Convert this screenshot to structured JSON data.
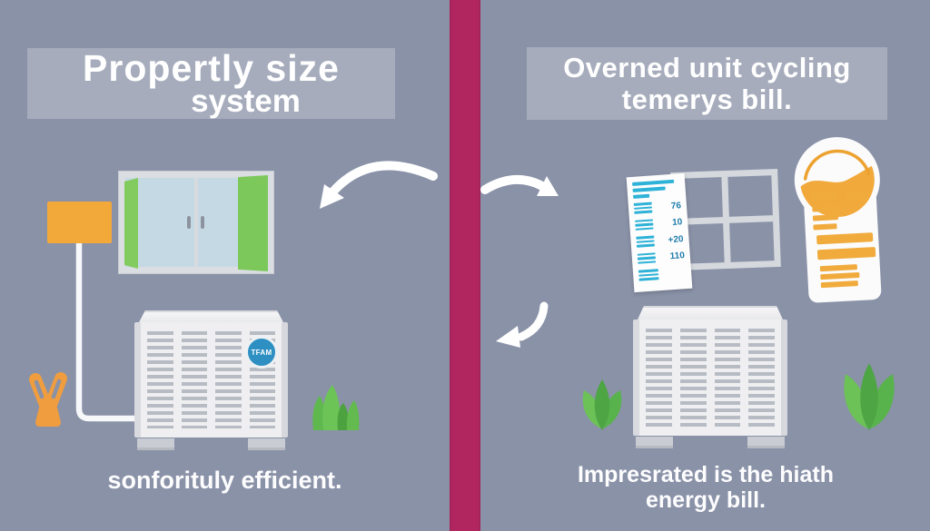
{
  "left": {
    "title_line1": "Propertly size",
    "title_line2": "system",
    "caption": "sonforituly efficient.",
    "badge": "TFAM"
  },
  "right": {
    "title_line1": "Overned unit cycling",
    "title_line2": "temerys bill.",
    "caption_line1": "Impresrated is the hiath",
    "caption_line2": "energy bill.",
    "bill_values": [
      "76",
      "10",
      "+20",
      "110"
    ]
  },
  "colors": {
    "background": "#8a92a8",
    "divider": "#b1265f",
    "title_box": "rgba(255,255,255,0.24)",
    "text": "#ffffff",
    "accent_orange": "#f2a83b",
    "shutter_green": "#7ec95c",
    "plant_green": "#57b24b",
    "glass_blue": "#c5d9e5",
    "ac_body": "#efeff1",
    "ac_slats": "#b7bcc4",
    "badge_blue": "#2e8fc2",
    "bill_line_cyan": "#2eb2d8",
    "bill_number_blue": "#1e7cab",
    "arrow_white": "#ffffff"
  },
  "icons": [
    "open-window-icon",
    "floor-lamp-icon",
    "ac-unit-icon",
    "brand-badge",
    "grass-plant-icon",
    "leaf-plant-icon",
    "curved-arrow-icon",
    "energy-bill-icon",
    "window-grid-icon",
    "thermometer-gauge-icon",
    "wishbone-icon",
    "wire-line"
  ]
}
